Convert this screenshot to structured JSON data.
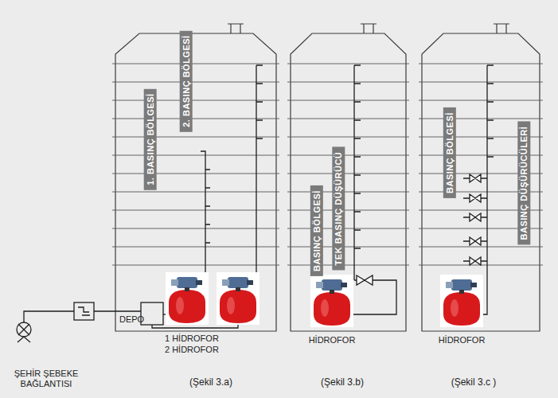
{
  "diagram": {
    "nodes": [
      {
        "text": [
          "1. BASINÇ BÖLGESİ"
        ]
      },
      {
        "text": [
          "2. BASINÇ BÖLGESİ"
        ]
      },
      {
        "text": [
          "BASINÇ BÖLGESİ"
        ]
      },
      {
        "text": [
          "TEK BASINÇ DÜŞÜRÜCÜ"
        ]
      },
      {
        "text": [
          "BASINÇ BÖLGESİ"
        ]
      },
      {
        "text": [
          "BASINÇ DÜŞÜRÜCÜLERİ"
        ]
      }
    ],
    "labels": [
      "DEPO",
      "1 HİDROFOR",
      "2 HİDROFOR",
      "HİDROFOR",
      "HİDROFOR",
      "ŞEHİR ŞEBEKE BAĞLANTISI",
      "(Şekil 3.a)",
      "(Şekil 3.b)",
      "(Şekil 3.c )"
    ]
  }
}
